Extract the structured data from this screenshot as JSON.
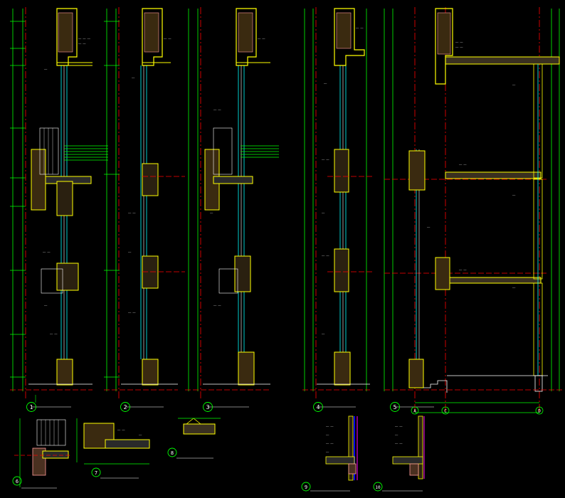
{
  "colors": {
    "background": "#000000",
    "wall": "#ffff00",
    "insulation": "#ff9999",
    "dimension": "#00ff00",
    "axis": "#ff0000",
    "glass": "#00ffff",
    "text": "#ffffff",
    "leader": "#00ff00",
    "magenta": "#ff00ff",
    "blue": "#0000ff"
  },
  "sections": [
    {
      "id": "1",
      "label": "1"
    },
    {
      "id": "2",
      "label": "2"
    },
    {
      "id": "3",
      "label": "3"
    },
    {
      "id": "4",
      "label": "4"
    },
    {
      "id": "5",
      "label": "5"
    }
  ],
  "details": [
    {
      "id": "6",
      "label": "6"
    },
    {
      "id": "7",
      "label": "7"
    },
    {
      "id": "8",
      "label": "8"
    },
    {
      "id": "9",
      "label": "9"
    },
    {
      "id": "10",
      "label": "10"
    }
  ],
  "grid_axes": [
    {
      "id": "axis-a",
      "label": "A"
    },
    {
      "id": "axis-c",
      "label": "C"
    },
    {
      "id": "axis-d",
      "label": "D"
    }
  ]
}
